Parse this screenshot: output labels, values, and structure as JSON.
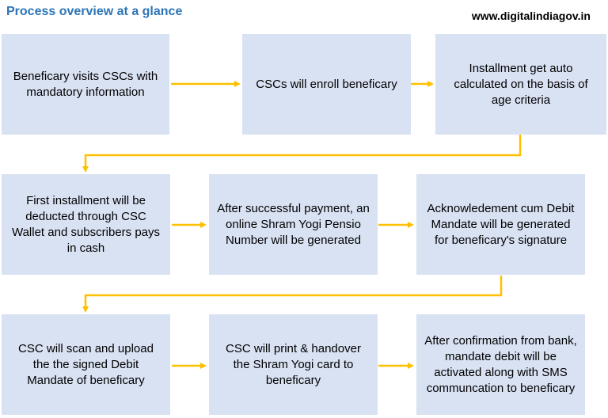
{
  "header": {
    "title": "Process overview at a glance",
    "website": "www.digitalindiagov.in"
  },
  "colors": {
    "box_fill": "#d9e2f3",
    "arrow": "#ffc000",
    "title": "#2e75b6"
  },
  "steps": [
    {
      "text": "Beneficary visits CSCs with mandatory information"
    },
    {
      "text": "CSCs will enroll beneficary"
    },
    {
      "text": "Installment get auto calculated on the basis of age criteria"
    },
    {
      "text": "First installment will be deducted through CSC Wallet and subscribers pays in cash"
    },
    {
      "text": "After successful payment, an online Shram Yogi Pensio Number will be generated"
    },
    {
      "text": "Acknowledement cum Debit Mandate will be generated for beneficary's signature"
    },
    {
      "text": "CSC will scan and upload the the signed Debit Mandate of beneficary"
    },
    {
      "text": "CSC will print & handover the Shram Yogi card to beneficary"
    },
    {
      "text": "After confirmation from bank, mandate debit will be activated along with SMS communcation to beneficary"
    }
  ]
}
